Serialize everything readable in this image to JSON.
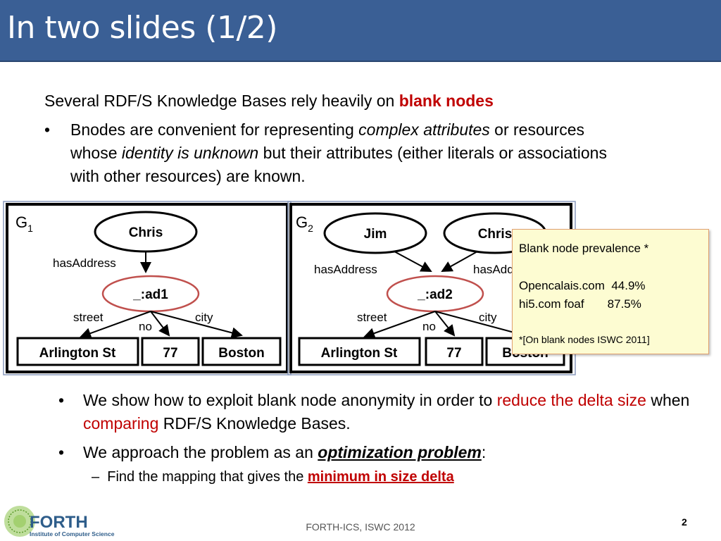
{
  "slide": {
    "title": "In two slides (1/2)",
    "intro_prefix": "Several RDF/S Knowledge Bases rely heavily on ",
    "intro_highlight": "blank nodes",
    "bullet1": {
      "t1": "Bnodes are convenient for representing ",
      "t2": "complex attributes",
      "t3": " or resources whose ",
      "t4": "identity is unknown",
      "t5": " but their attributes (either literals or associations with other resources) are known."
    },
    "graph1": {
      "label": "G",
      "sub": "1",
      "node_top": "Chris",
      "edge_top": "hasAddress",
      "blank": "_:ad1",
      "edge_street": "street",
      "edge_no": "no",
      "edge_city": "city",
      "leaf_street": "Arlington St",
      "leaf_no": "77",
      "leaf_city": "Boston"
    },
    "graph2": {
      "label": "G",
      "sub": "2",
      "node_left": "Jim",
      "node_right": "Chris",
      "edge_left": "hasAddress",
      "edge_right": "hasAddress",
      "blank": "_:ad2",
      "edge_street": "street",
      "edge_no": "no",
      "edge_city": "city",
      "leaf_street": "Arlington St",
      "leaf_no": "77",
      "leaf_city": "Boston"
    },
    "prevalence": {
      "heading": "Blank node prevalence *",
      "row1": "Opencalais.com  44.9%",
      "row2": "hi5.com foaf       87.5%",
      "note": "*[On blank nodes ISWC 2011]"
    },
    "bullet2": {
      "t1": "We show how to exploit blank node anonymity in order to ",
      "t2": "reduce the delta size",
      "t3": " when ",
      "t4": "comparing",
      "t5": " RDF/S Knowledge Bases."
    },
    "bullet3": {
      "t1": "We approach the problem as an ",
      "t2": "optimization problem",
      "t3": ":"
    },
    "sub_bullet": {
      "t1": "Find the mapping that gives the ",
      "t2": "minimum in size delta"
    },
    "footer": "FORTH-ICS, ISWC 2012",
    "page_number": "2",
    "logo": {
      "name": "FORTH",
      "tagline": "Institute of Computer Science"
    }
  },
  "colors": {
    "title_bar": "#3a5f95",
    "accent_red": "#c00000",
    "blank_node": "#c0504d",
    "note_bg": "#fdfcd2"
  }
}
